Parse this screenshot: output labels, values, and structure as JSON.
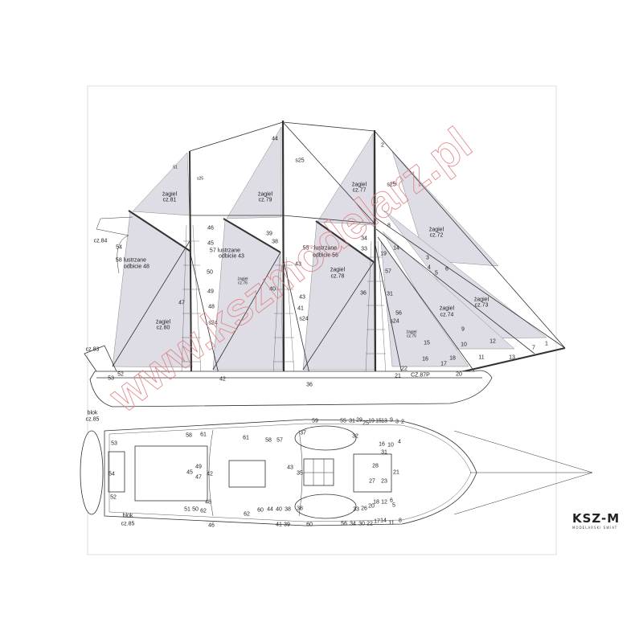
{
  "sheet": {
    "colors": {
      "sail": "#dedde6",
      "line": "#333333",
      "watermark": "#e07a7a"
    }
  },
  "watermark": "www.kszmodelarz.pl",
  "logo": {
    "main": "KSZ-M",
    "sub": "MODELARSKI ŚWIAT"
  },
  "side_view": {
    "labels": [
      "żagiel",
      "cz.81",
      "s25",
      "51",
      "cz.84",
      "54",
      "46",
      "45",
      "57 lustrzane",
      "odbicie 43",
      "58 lustrzane",
      "odbicie 48",
      "50",
      "żagiel",
      "cz.76",
      "49",
      "47",
      "48",
      "żagiel",
      "cz.80",
      "s24",
      "cz.83",
      "52",
      "53",
      "42",
      "żagiel",
      "cz.79",
      "s25",
      "39",
      "38",
      "43",
      "40",
      "43",
      "41",
      "s24",
      "36",
      "55 - lustrzane",
      "odbicie 56",
      "żagiel",
      "cz.77",
      "s25",
      "8",
      "żagiel",
      "cz.72",
      "34",
      "33",
      "19",
      "14",
      "3",
      "4",
      "5",
      "6",
      "57",
      "żagiel",
      "cz.78",
      "36",
      "31",
      "56",
      "s24",
      "żagiel",
      "cz.73",
      "żagiel",
      "cz.74",
      "żagiel",
      "cz.75",
      "9",
      "12",
      "10",
      "15",
      "11",
      "16",
      "17",
      "18",
      "7",
      "1",
      "13",
      "22",
      "21",
      "CZ.87P",
      "20",
      "44",
      "2"
    ]
  },
  "top_view": {
    "labels": [
      "blok",
      "cz.85",
      "53",
      "58",
      "61",
      "61",
      "58",
      "57",
      "37",
      "59",
      "54",
      "45",
      "49",
      "47",
      "42",
      "43",
      "35",
      "52",
      "blok",
      "cz.85",
      "51",
      "50",
      "62",
      "48",
      "46",
      "62",
      "60",
      "44",
      "40",
      "38",
      "38",
      "41",
      "39",
      "60",
      "55",
      "31",
      "29",
      "25",
      "19",
      "15",
      "13",
      "9",
      "3",
      "2",
      "32",
      "16",
      "10",
      "4",
      "31",
      "28",
      "21",
      "27",
      "23",
      "33",
      "26",
      "20",
      "18",
      "12",
      "6",
      "5",
      "56",
      "34",
      "30",
      "22",
      "17",
      "14",
      "11",
      "8"
    ]
  }
}
